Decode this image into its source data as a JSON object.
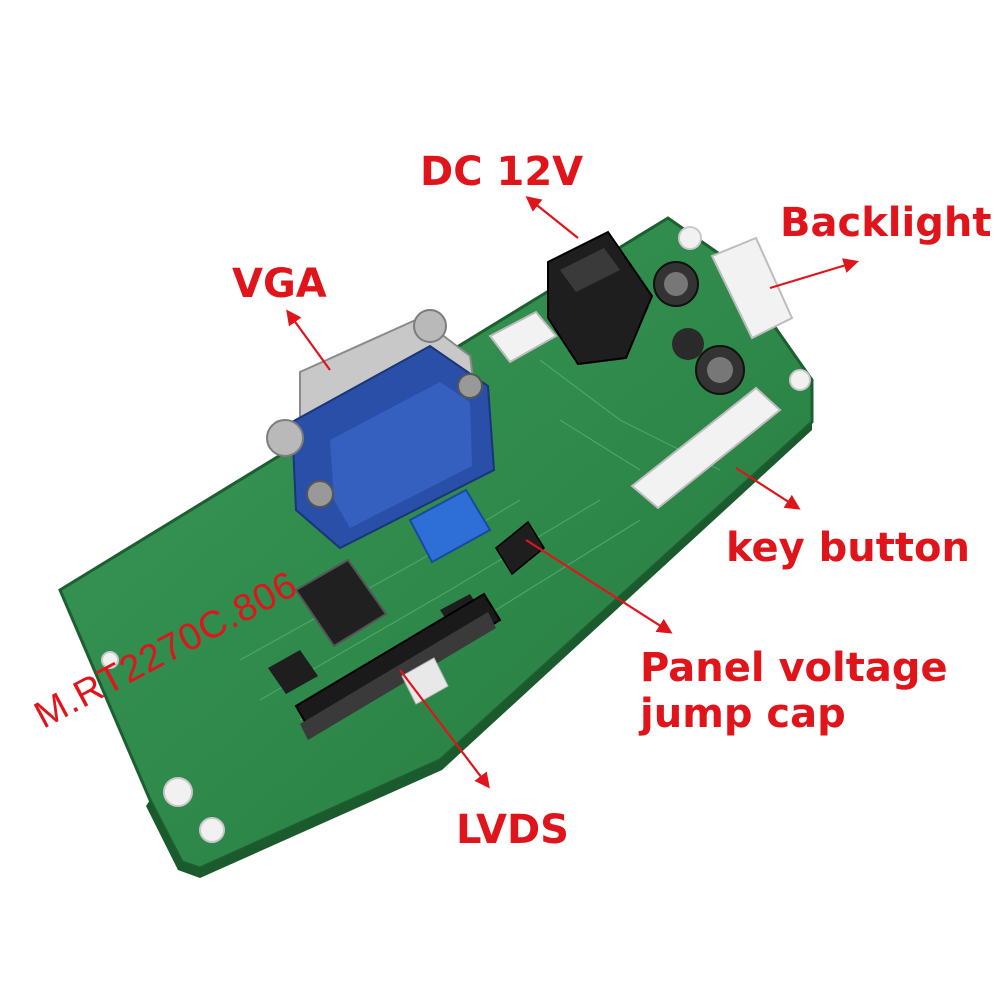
{
  "labels": {
    "dc": "DC 12V",
    "backlight": "Backlight",
    "vga": "VGA",
    "key_button": "key button",
    "panel_line1": "Panel voltage",
    "panel_line2": "jump cap",
    "lvds": "LVDS",
    "model": "M.RT2270C.806"
  },
  "colors": {
    "background": "#ffffff",
    "label_red": "#e0141b",
    "pcb_green": "#2f8a4a",
    "vga_blue": "#2a4fa8"
  }
}
